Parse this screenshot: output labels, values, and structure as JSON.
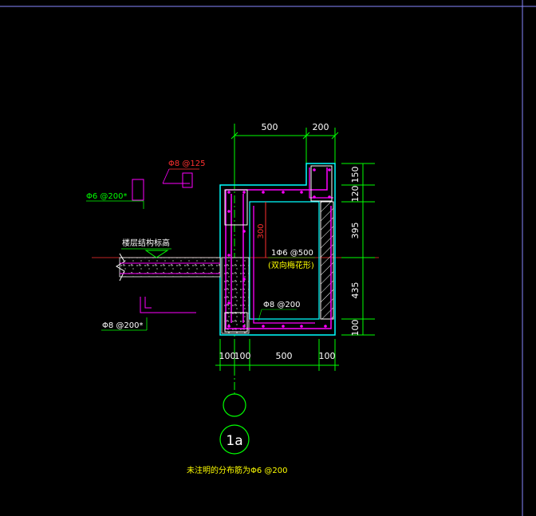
{
  "dimensions": {
    "top": [
      "500",
      "200"
    ],
    "bottom": [
      "100",
      "100",
      "500",
      "100"
    ],
    "right": [
      "150",
      "120",
      "395",
      "435",
      "100"
    ],
    "inner_height": "300"
  },
  "labels": {
    "rebar_top_red": "Φ8 @125",
    "rebar_left_top": "Φ6 @200*",
    "floor_label": "楼层结构标高",
    "rebar_center": "1Φ6 @500",
    "rebar_center_note": "(双向梅花形)",
    "rebar_bottom_inner": "Φ8 @200",
    "rebar_left_bottom": "Φ8 @200*",
    "detail_number": "1a",
    "note": "未注明的分布筋为Φ6 @200"
  },
  "colors": {
    "background": "#000000",
    "dimension": "#00ff00",
    "outline": "#00ffff",
    "rebar": "#ff00ff",
    "hatch": "#ffffff",
    "text": "#ffffff",
    "accent_red": "#ff3030",
    "grid_line": "#8888ff"
  }
}
